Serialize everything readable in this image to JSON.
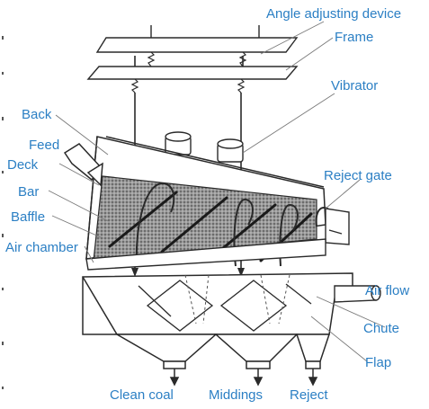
{
  "diagram": {
    "label_color": "#2b7fc4",
    "line_color": "#2a2a2a",
    "labels": {
      "angle_adjusting_device": "Angle adjusting device",
      "frame": "Frame",
      "vibrator": "Vibrator",
      "back": "Back",
      "feed": "Feed",
      "deck": "Deck",
      "reject_gate": "Reject gate",
      "bar": "Bar",
      "baffle": "Baffle",
      "air_chamber": "Air chamber",
      "air_flow": "Air flow",
      "chute": "Chute",
      "flap": "Flap",
      "clean_coal": "Clean coal",
      "middings": "Middings",
      "reject": "Reject"
    }
  }
}
